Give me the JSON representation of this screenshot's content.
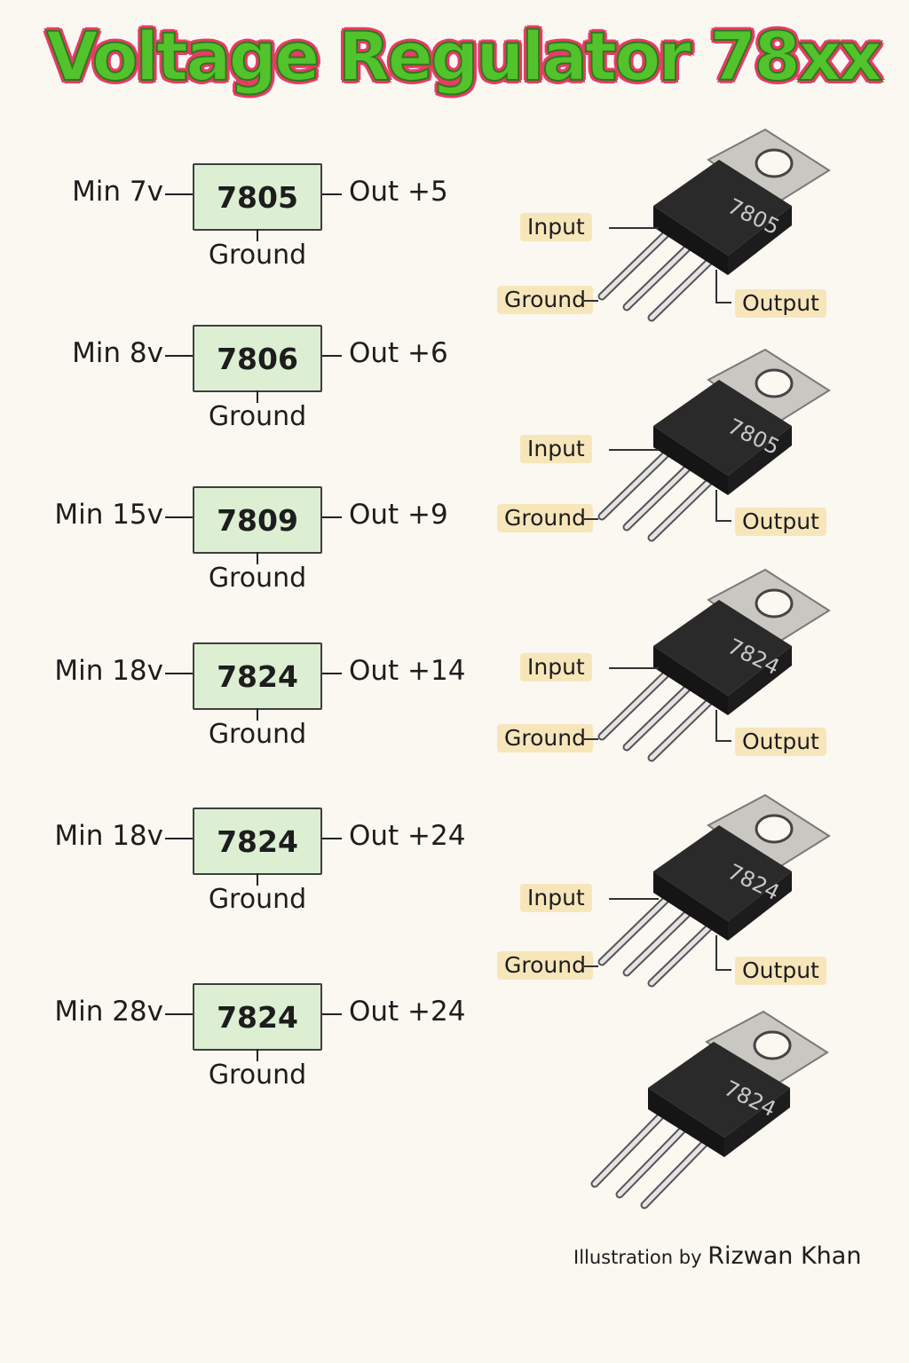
{
  "title": "Voltage Regulator 78xx",
  "rows": [
    {
      "min": "Min 7v",
      "part": "7805",
      "out": "Out  +5",
      "ground": "Ground"
    },
    {
      "min": "Min 8v",
      "part": "7806",
      "out": "Out  +6",
      "ground": "Ground"
    },
    {
      "min": "Min 15v",
      "part": "7809",
      "out": "Out  +9",
      "ground": "Ground"
    },
    {
      "min": "Min 18v",
      "part": "7824",
      "out": "Out +14",
      "ground": "Ground"
    },
    {
      "min": "Min 18v",
      "part": "7824",
      "out": "Out +24",
      "ground": "Ground"
    },
    {
      "min": "Min 28v",
      "part": "7824",
      "out": "Out +24",
      "ground": "Ground"
    }
  ],
  "regulators": [
    {
      "marking": "7805",
      "input": "Input",
      "ground": "Ground",
      "output": "Output"
    },
    {
      "marking": "7805",
      "input": "Input",
      "ground": "Ground",
      "output": "Output"
    },
    {
      "marking": "7824",
      "input": "Input",
      "ground": "Ground",
      "output": "Output"
    },
    {
      "marking": "7824",
      "input": "Input",
      "ground": "Ground",
      "output": "Output"
    },
    {
      "marking": "7824"
    }
  ],
  "credit": {
    "prefix": "Illustration by",
    "author": "Rizwan Khan"
  },
  "colors": {
    "box_fill": "#dcefd2",
    "title_fill": "#52c32c",
    "title_outline": "#e93a6a",
    "tag_fill": "#f8e6bb"
  }
}
